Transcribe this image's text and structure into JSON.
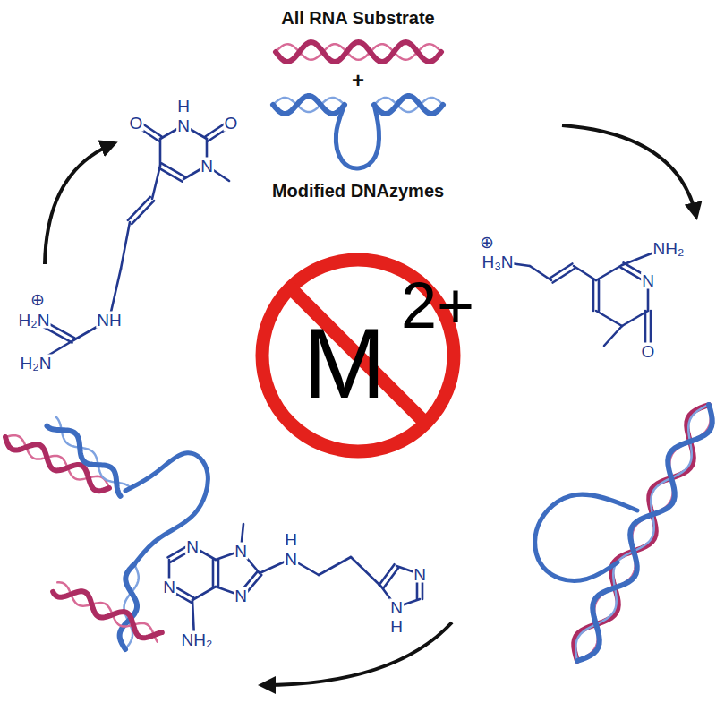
{
  "diagram": {
    "nodes": [
      {
        "text": [
          "M",
          "2+"
        ]
      }
    ],
    "labels": [
      "All RNA Substrate",
      "+",
      "Modified DNAzymes",
      "H",
      "N",
      "O",
      "O",
      "N",
      "⊕",
      "H₂N",
      "NH",
      "H₂N",
      "⊕",
      "H₃N",
      "NH₂",
      "N",
      "O",
      "N",
      "N",
      "N",
      "NH₂",
      "N",
      "H",
      "N",
      "N",
      "N",
      "H"
    ]
  }
}
